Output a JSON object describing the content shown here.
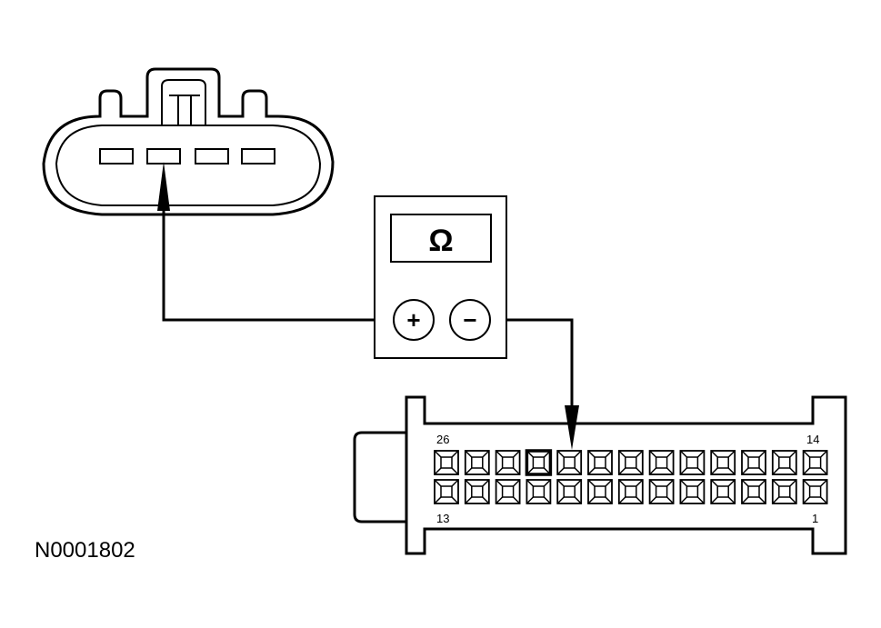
{
  "meter": {
    "symbol": "Ω",
    "plus_label": "+",
    "minus_label": "−"
  },
  "module_connector": {
    "pin_labels": {
      "top_left": "26",
      "top_right": "14",
      "bottom_left": "13",
      "bottom_right": "1"
    },
    "pins_per_row": 13,
    "rows": 2,
    "probed_pin_top_row_index": 4,
    "highlighted_pin_top_row_index": 3
  },
  "figure_id": "N0001802"
}
